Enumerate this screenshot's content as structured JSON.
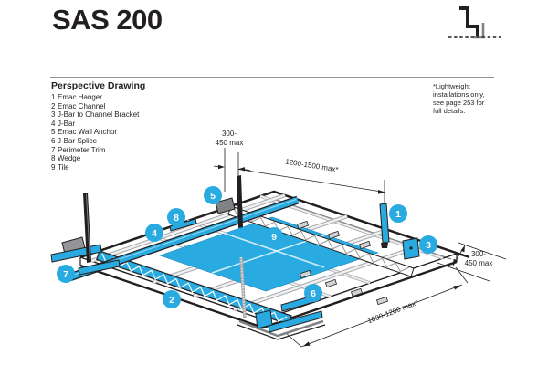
{
  "header": {
    "title": "SAS 200"
  },
  "section": {
    "heading": "Perspective Drawing"
  },
  "parts": [
    {
      "num": "1",
      "label": "Emac Hanger"
    },
    {
      "num": "2",
      "label": "Emac Channel"
    },
    {
      "num": "3",
      "label": "J-Bar to Channel Bracket"
    },
    {
      "num": "4",
      "label": "J-Bar"
    },
    {
      "num": "5",
      "label": "Emac Wall Anchor"
    },
    {
      "num": "6",
      "label": "J-Bar Splice"
    },
    {
      "num": "7",
      "label": "Perimeter Trim"
    },
    {
      "num": "8",
      "label": "Wedge"
    },
    {
      "num": "9",
      "label": "Tile"
    }
  ],
  "note": {
    "lines": [
      "*Lightweight",
      "installations only,",
      "see page 253 for",
      "full details."
    ]
  },
  "dimensions": {
    "top": {
      "line1": "300-",
      "line2": "450 max"
    },
    "span_top": "1200-1500 max*",
    "right": {
      "line1": "300-",
      "line2": "450 max"
    },
    "span_bottom": "1000-1200 max*"
  },
  "colors": {
    "accent": "#29ABE2",
    "ink": "#231F20",
    "gray": "#939598"
  }
}
